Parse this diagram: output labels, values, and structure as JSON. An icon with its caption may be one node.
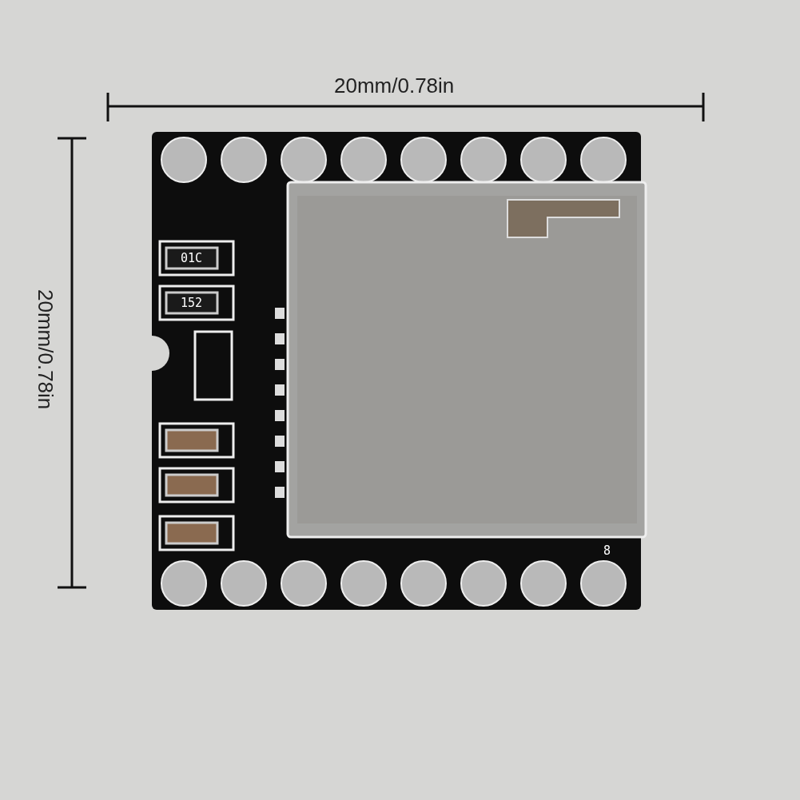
{
  "diagram": {
    "labels": [
      "20mm/0.78in",
      "20mm/0.78in",
      "01C",
      "152",
      "8"
    ]
  }
}
